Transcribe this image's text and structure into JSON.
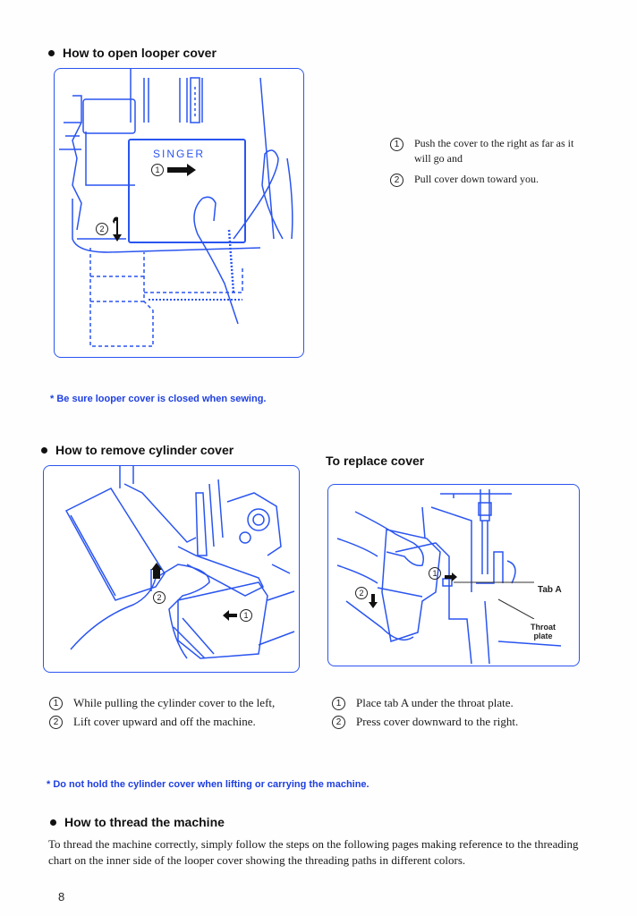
{
  "colors": {
    "illustration_blue": "#2a55f0",
    "note_blue": "#1e3fe0",
    "text": "#1a1a1a"
  },
  "section_open": {
    "heading": "How to open looper cover",
    "illustration_label": "SINGER",
    "steps": [
      {
        "num": "1",
        "text": "Push the cover to the right as far as it will go and"
      },
      {
        "num": "2",
        "text": "Pull cover down toward you."
      }
    ],
    "note": "* Be sure looper cover is closed when sewing."
  },
  "section_remove": {
    "heading": "How to remove cylinder cover",
    "steps": [
      {
        "num": "1",
        "text": "While pulling the cylinder cover to the left,"
      },
      {
        "num": "2",
        "text": "Lift cover upward and off the machine."
      }
    ]
  },
  "section_replace": {
    "heading": "To replace cover",
    "callouts": {
      "tab_a": "Tab A",
      "throat_plate_line1": "Throat",
      "throat_plate_line2": "plate"
    },
    "steps": [
      {
        "num": "1",
        "text": "Place tab A under the throat plate."
      },
      {
        "num": "2",
        "text": "Press cover downward to the right."
      }
    ]
  },
  "warning_note": "* Do not hold the cylinder cover when lifting or carrying the machine.",
  "section_thread": {
    "heading": "How to thread the machine",
    "paragraph": "To thread the machine correctly, simply follow the steps on the following pages making reference to the threading chart on the inner side of the looper cover showing the threading paths in different colors."
  },
  "page_number": "8"
}
